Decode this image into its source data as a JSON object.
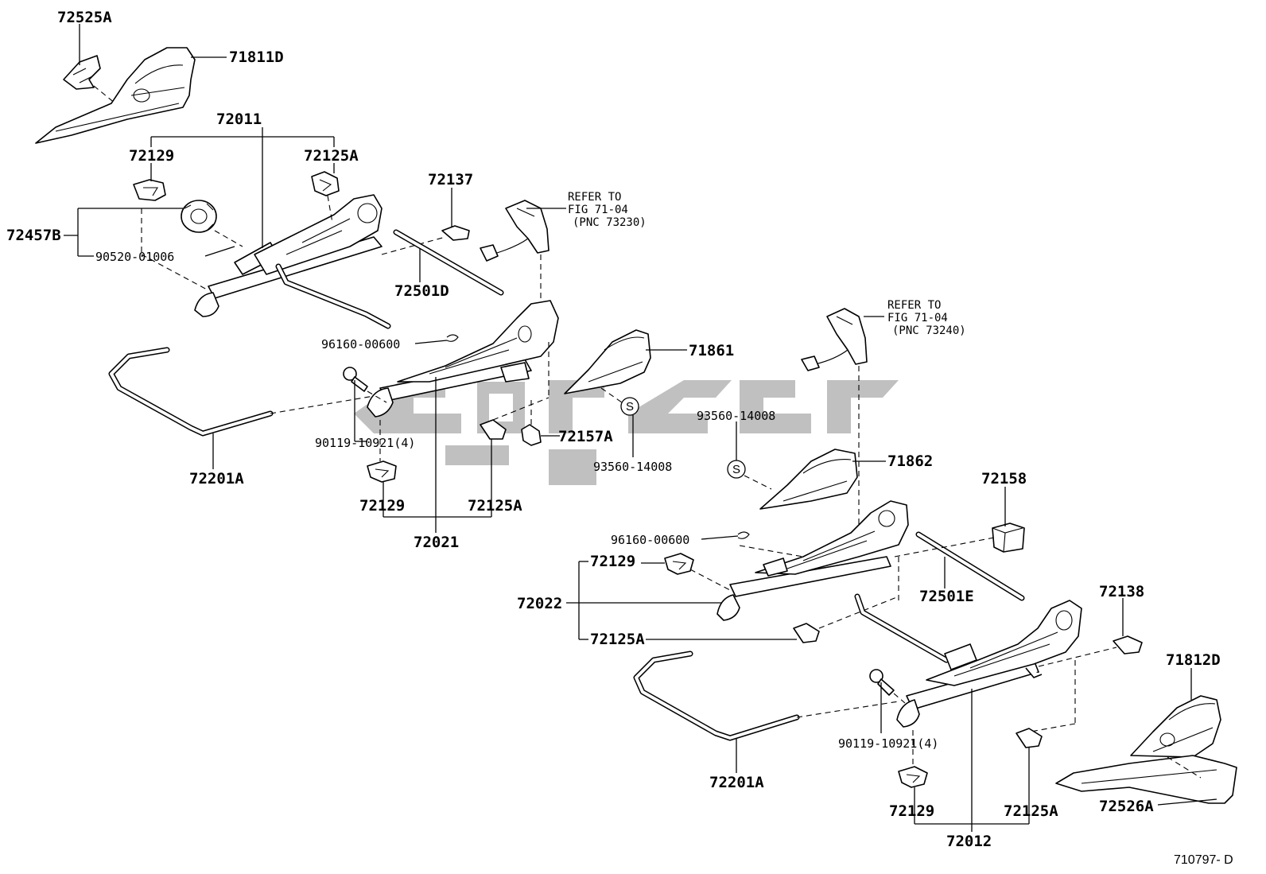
{
  "labels": {
    "l72525A": "72525A",
    "l71811D": "71811D",
    "l72011": "72011",
    "l72129_a": "72129",
    "l72125A_a": "72125A",
    "l72457B": "72457B",
    "l90520": "90520-01006",
    "l72137": "72137",
    "l72501D": "72501D",
    "l96160_a": "96160-00600",
    "l90119_a": "90119-10921(4)",
    "l72201A_a": "72201A",
    "l72157A": "72157A",
    "l93560_a": "93560-14008",
    "l72129_b": "72129",
    "l72125A_b": "72125A",
    "l72021": "72021",
    "l71861": "71861",
    "l93560_b": "93560-14008",
    "l71862": "71862",
    "l72158": "72158",
    "l96160_b": "96160-00600",
    "l72129_c": "72129",
    "l72022": "72022",
    "l72125A_c": "72125A",
    "l72501E": "72501E",
    "l72138": "72138",
    "l71812D": "71812D",
    "l90119_b": "90119-10921(4)",
    "l72201A_b": "72201A",
    "l72526A": "72526A",
    "l72129_d": "72129",
    "l72125A_d": "72125A",
    "l72012": "72012",
    "fig_code": "710797- D"
  },
  "refer_notes": [
    {
      "line1": "REFER TO",
      "line2": "FIG 71-04",
      "line3": "(PNC 73230)"
    },
    {
      "line1": "REFER TO",
      "line2": "FIG 71-04",
      "line3": "(PNC 73240)"
    }
  ],
  "symbols": {
    "s_mark": "S"
  },
  "colors": {
    "line": "#000000",
    "background": "#ffffff",
    "watermark": "#b5b5b5"
  }
}
